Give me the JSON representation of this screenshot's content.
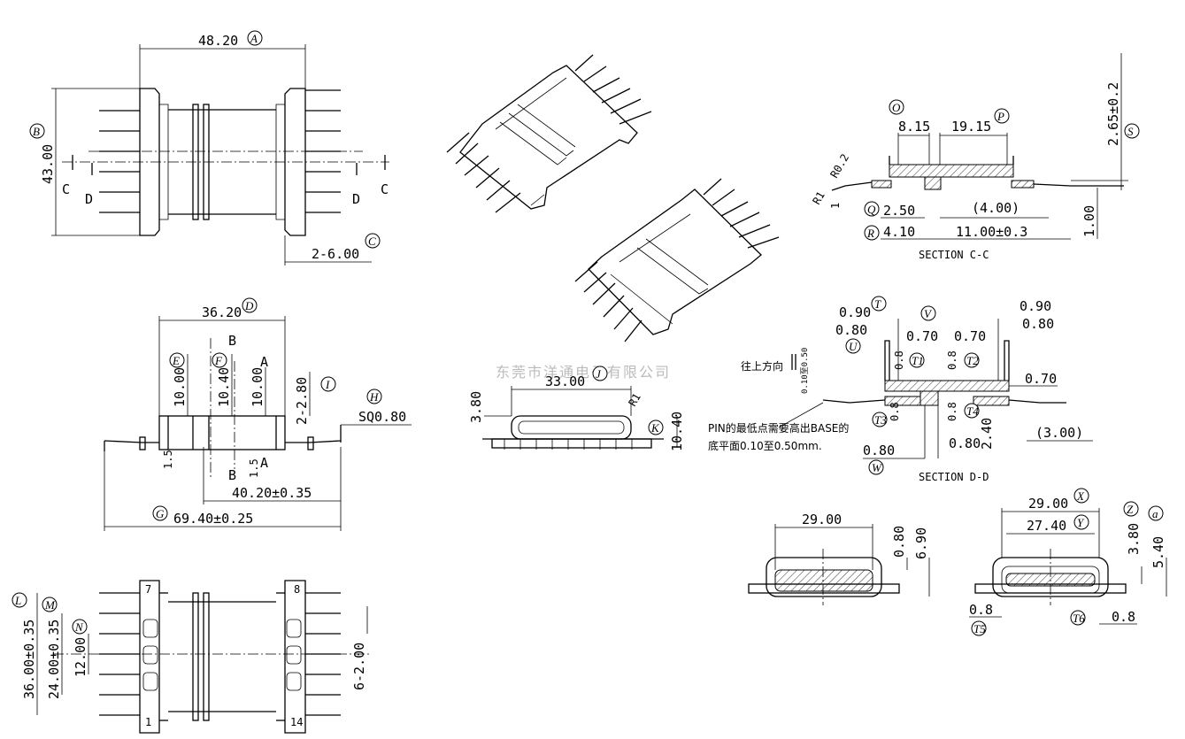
{
  "watermark": "东莞市洋通电子有限公司",
  "top_view": {
    "dims": {
      "width": "48.20",
      "height": "43.00",
      "pitch": "2-6.00"
    },
    "section_marks": [
      "C",
      "C",
      "D",
      "D"
    ],
    "labels": {
      "A": "A",
      "B": "B",
      "C": "C"
    }
  },
  "front_view": {
    "dims": {
      "d": "36.20",
      "e": "10.00",
      "f": "10.40",
      "f2": "10.00",
      "i": "2-2.80",
      "h": "SQ0.80",
      "t15a": "1.5",
      "t15b": "1.5",
      "j": "40.20±0.35",
      "g": "69.40±0.25"
    },
    "section_marks": [
      "B",
      "A",
      "B",
      "A"
    ],
    "labels": {
      "D": "D",
      "E": "E",
      "F": "F",
      "I": "I",
      "H": "H",
      "G": "G"
    }
  },
  "bottom_view": {
    "dims": {
      "l": "36.00±0.35",
      "m": "24.00±0.35",
      "n": "12.00",
      "pitch": "6-2.00"
    },
    "pins": {
      "p7": "7",
      "p8": "8",
      "p1": "1",
      "p14": "14"
    },
    "labels": {
      "L": "L",
      "M": "M",
      "N": "N"
    }
  },
  "top_base_view": {
    "dims": {
      "length": "33.00",
      "h": "3.80",
      "k": "10.40",
      "r": "R1"
    },
    "labels": {
      "J": "J",
      "K": "K"
    }
  },
  "section_cc": {
    "title": "SECTION C-C",
    "dims": {
      "o": "8.15",
      "p": "19.15",
      "s": "2.65±0.2",
      "q": "2.50",
      "q2": "(4.00)",
      "r": "4.10",
      "r2": "11.00±0.3",
      "v100": "1.00",
      "r1": "R1",
      "r02": "R0.2",
      "one": "1"
    },
    "labels": {
      "O": "O",
      "P": "P",
      "S": "S",
      "Q": "Q",
      "R": "R"
    }
  },
  "section_dd": {
    "title": "SECTION D-D",
    "dims": {
      "t090": "0.90",
      "t080": "0.80",
      "v070": "0.70",
      "v070b": "0.70",
      "r090": "0.90",
      "r080": "0.80",
      "t1": "0.8",
      "t2": "0.8",
      "d070": "0.70",
      "t3": "0.8",
      "t4": "0.8",
      "w080": "0.80",
      "b080": "0.80",
      "d240": "2.40",
      "d300": "(3.00)",
      "range": "0.10至0.50"
    },
    "note_up": "往上方向",
    "note_line1": "PIN的最低点需要高出BASE的",
    "note_line2": "底平面0.10至0.50mm.",
    "labels": {
      "T": "T",
      "U": "U",
      "V": "V",
      "T1": "T1",
      "T2": "T2",
      "T3": "T3",
      "T4": "T4",
      "W": "W"
    }
  },
  "end_view_1": {
    "dims": {
      "w": "29.00",
      "h1": "0.80",
      "h2": "6.90"
    }
  },
  "end_view_2": {
    "dims": {
      "x": "29.00",
      "y": "27.40",
      "z": "3.80",
      "a": "5.40",
      "t5": "0.8",
      "t6": "0.8"
    },
    "labels": {
      "X": "X",
      "Y": "Y",
      "Z": "Z",
      "a": "a",
      "T5": "T5",
      "T6": "T6"
    }
  }
}
